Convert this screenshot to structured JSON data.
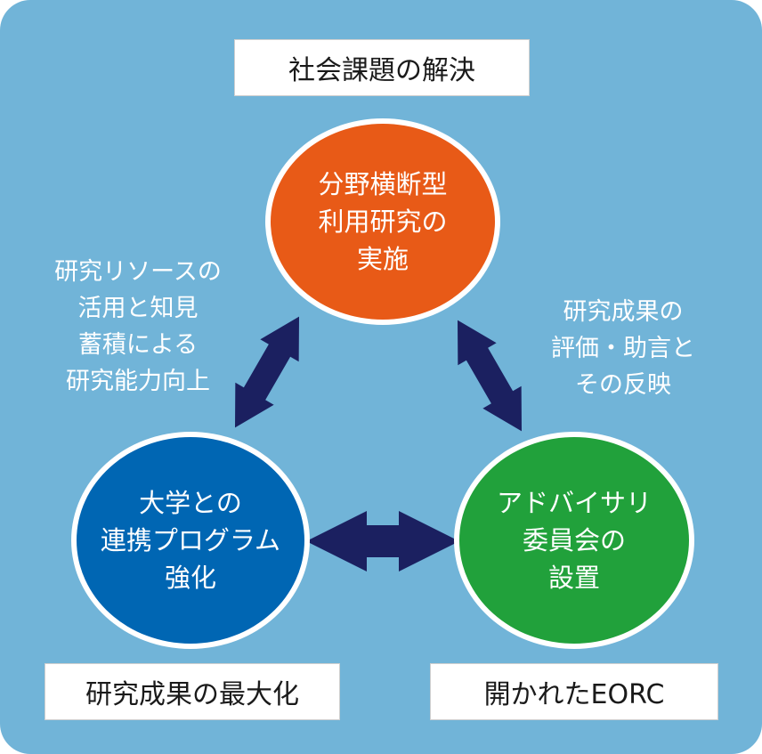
{
  "top_label": "社会課題の解決",
  "bottom_left_label": "研究成果の最大化",
  "bottom_right_label": "開かれたEORC",
  "circles": {
    "top": {
      "lines": [
        "分野横断型",
        "利用研究の",
        "実施"
      ],
      "color": "#e85a17"
    },
    "left": {
      "lines": [
        "大学との",
        "連携プログラム",
        "強化"
      ],
      "color": "#0066b3"
    },
    "right": {
      "lines": [
        "アドバイサリ",
        "委員会の",
        "設置"
      ],
      "color": "#21a13b"
    }
  },
  "left_text": [
    "研究リソースの",
    "活用と知見",
    "蓄積による",
    "研究能力向上"
  ],
  "right_text": [
    "研究成果の",
    "評価・助言と",
    "その反映"
  ],
  "colors": {
    "background": "#71b4d8",
    "arrow": "#1b2060"
  }
}
